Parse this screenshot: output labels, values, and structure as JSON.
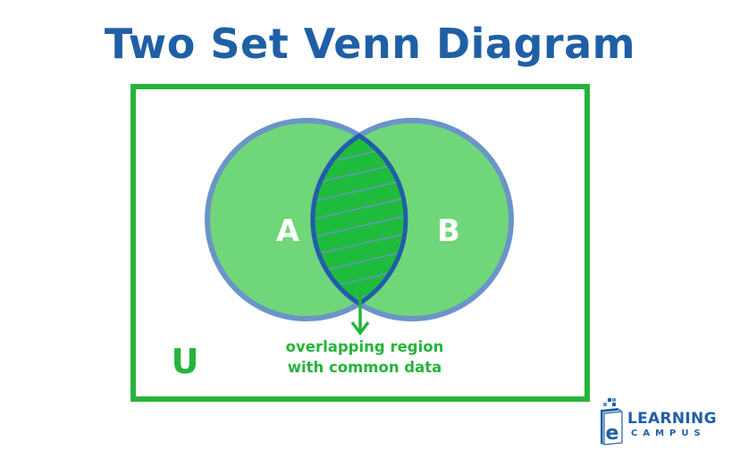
{
  "title": "Two Set Venn Diagram",
  "sets": {
    "a_label": "A",
    "b_label": "B"
  },
  "universe_label": "U",
  "annotation": {
    "line1": "overlapping region",
    "line2": "with common data"
  },
  "logo": {
    "word1": "LEARNING",
    "word2": "CAMPUS",
    "mark": "e"
  },
  "colors": {
    "title": "#1f5fa6",
    "frame": "#27b33b",
    "circle_fill": "#6fd67a",
    "circle_stroke": "#6b94c8",
    "overlap_fill": "#1fbb3c",
    "overlap_stroke": "#1f5fa6",
    "text_green": "#27b33b"
  }
}
